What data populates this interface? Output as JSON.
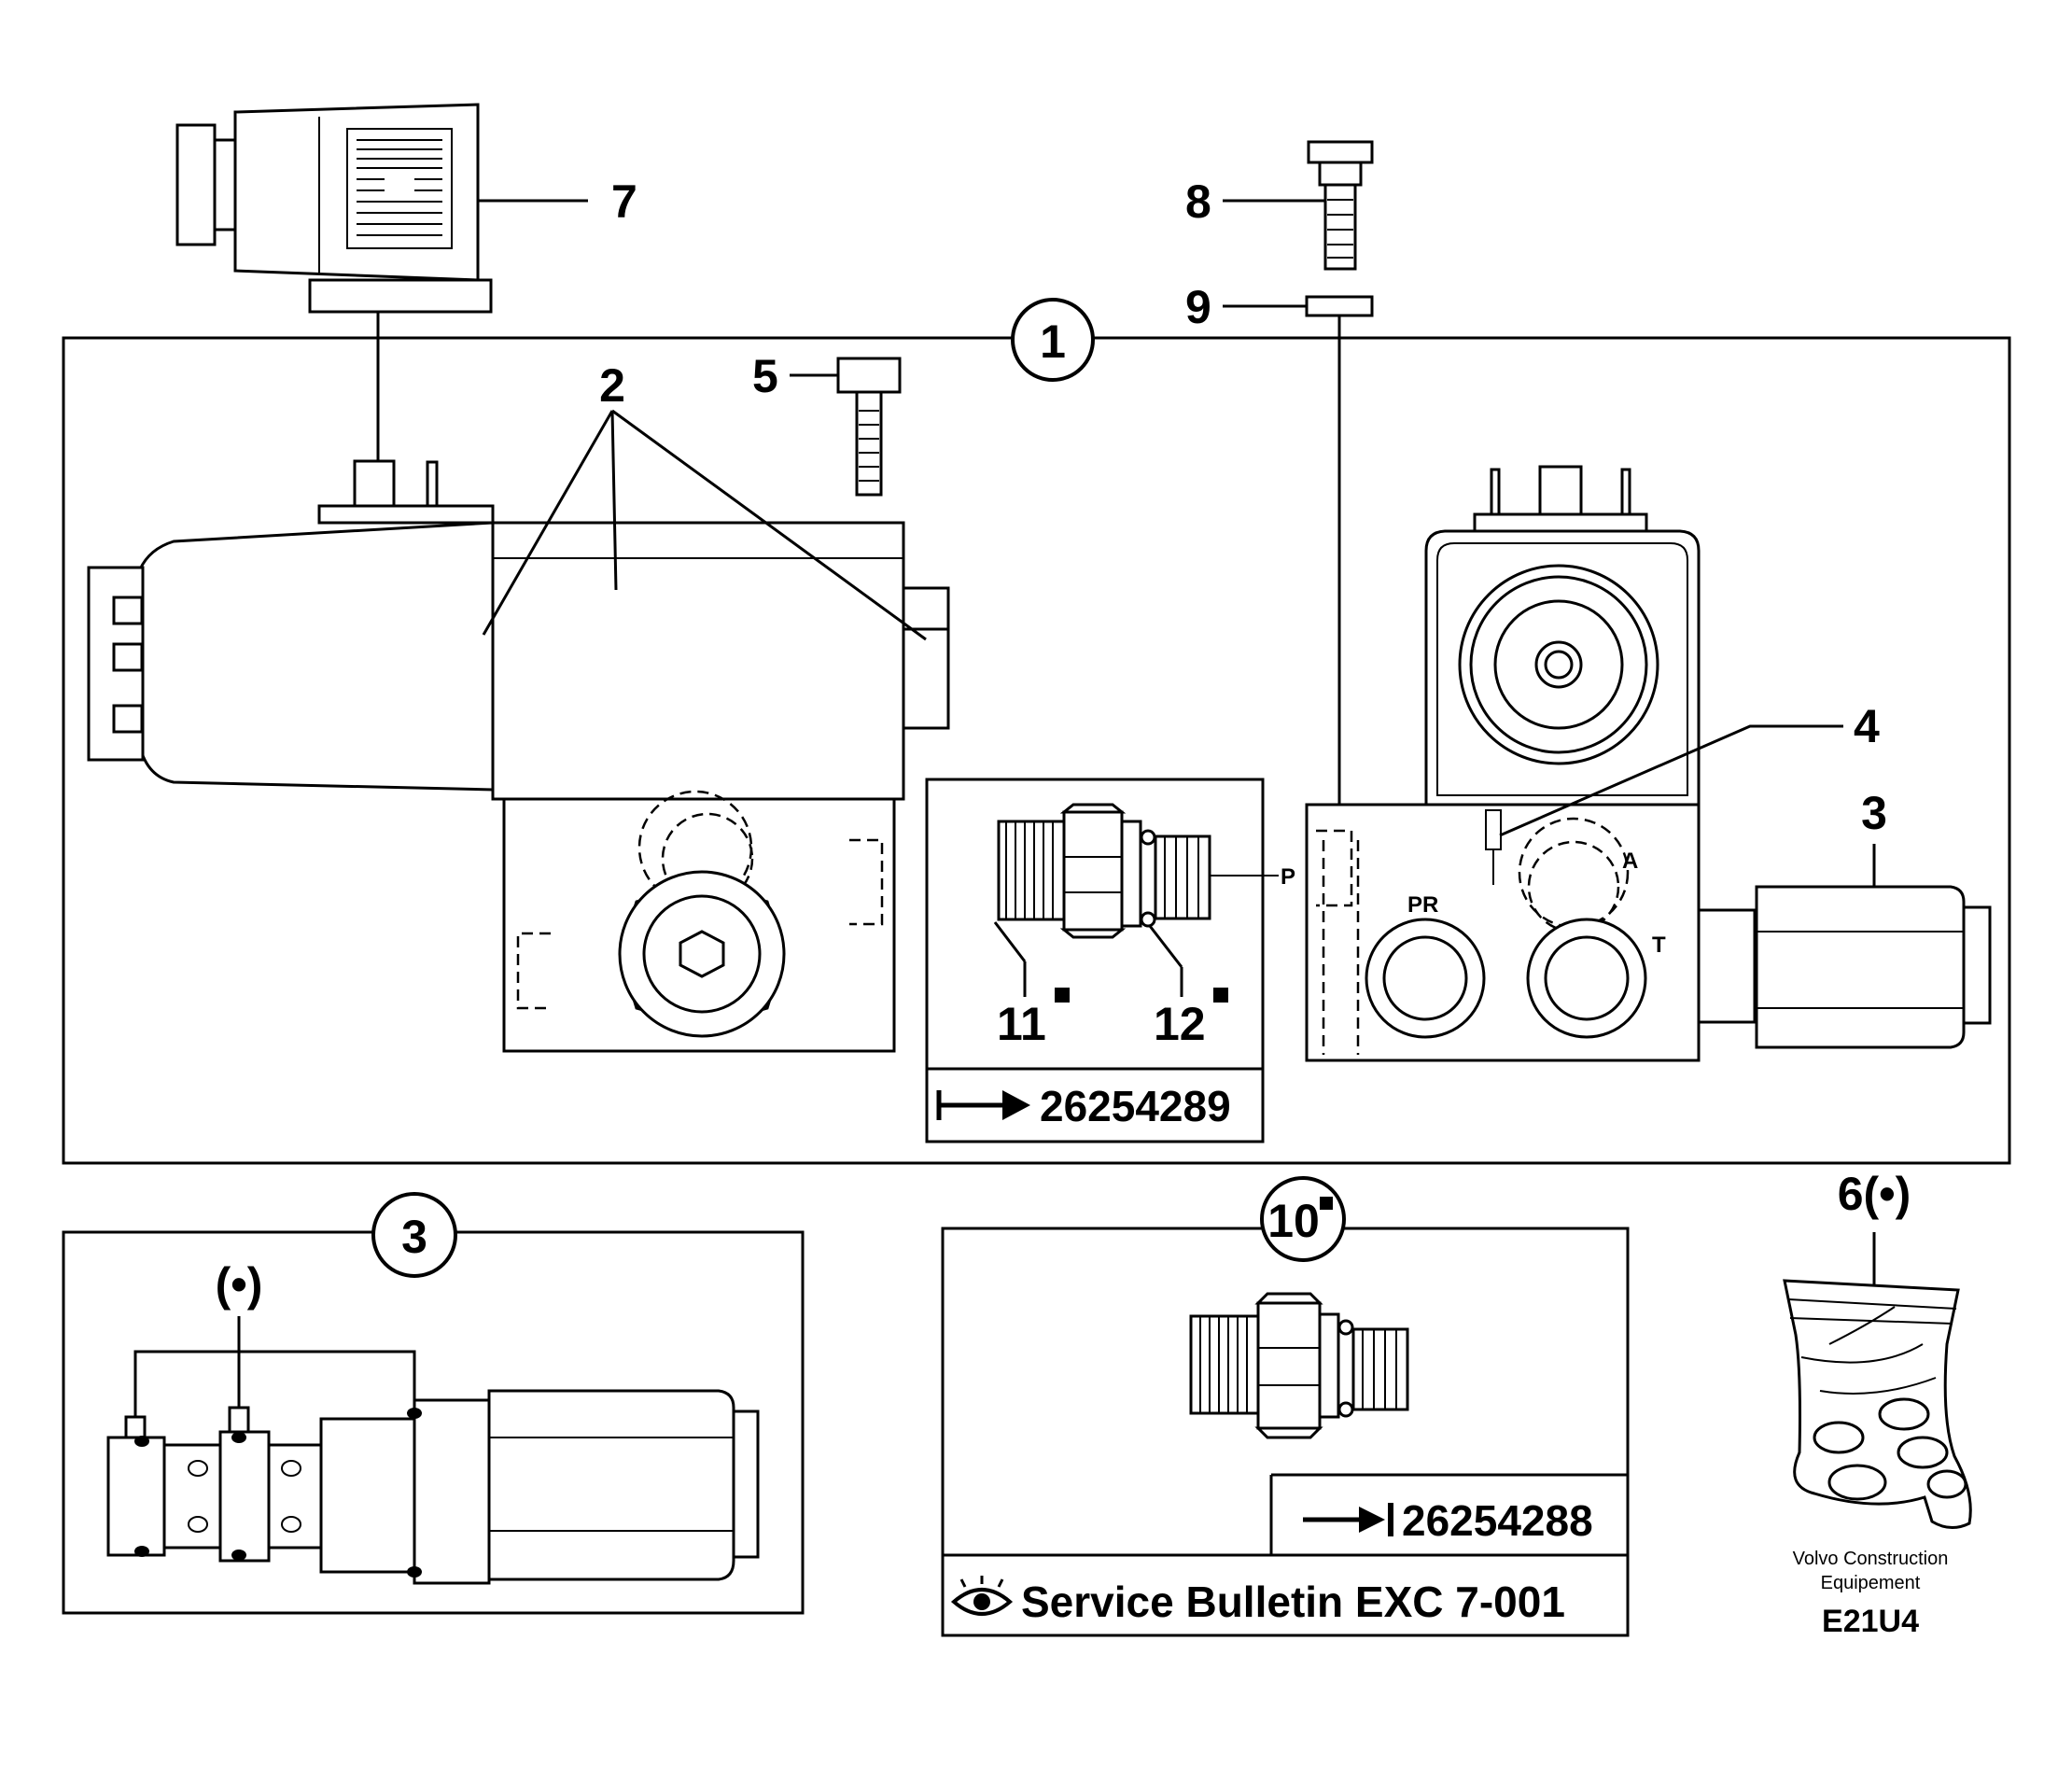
{
  "callouts": {
    "c1": "1",
    "c2": "2",
    "c3": "3",
    "c3_box": "3",
    "c4": "4",
    "c5": "5",
    "c6": "6(•)",
    "c7": "7",
    "c8": "8",
    "c9": "9",
    "c10": "10",
    "c11": "11",
    "c12": "12",
    "bullet": "(•)"
  },
  "ports": {
    "p": "P",
    "a": "A",
    "t": "T",
    "pr": "PR"
  },
  "refs": {
    "kit_a": "26254289",
    "kit_b": "26254288",
    "bulletin": "Service Bulletin EXC 7-001"
  },
  "footer": {
    "credit_line1": "Volvo Construction",
    "credit_line2": "Equipement",
    "code": "E21U4"
  },
  "icons": [
    "arrow-right-icon",
    "arrow-to-bar-icon",
    "eye-icon",
    "square-marker-icon"
  ]
}
